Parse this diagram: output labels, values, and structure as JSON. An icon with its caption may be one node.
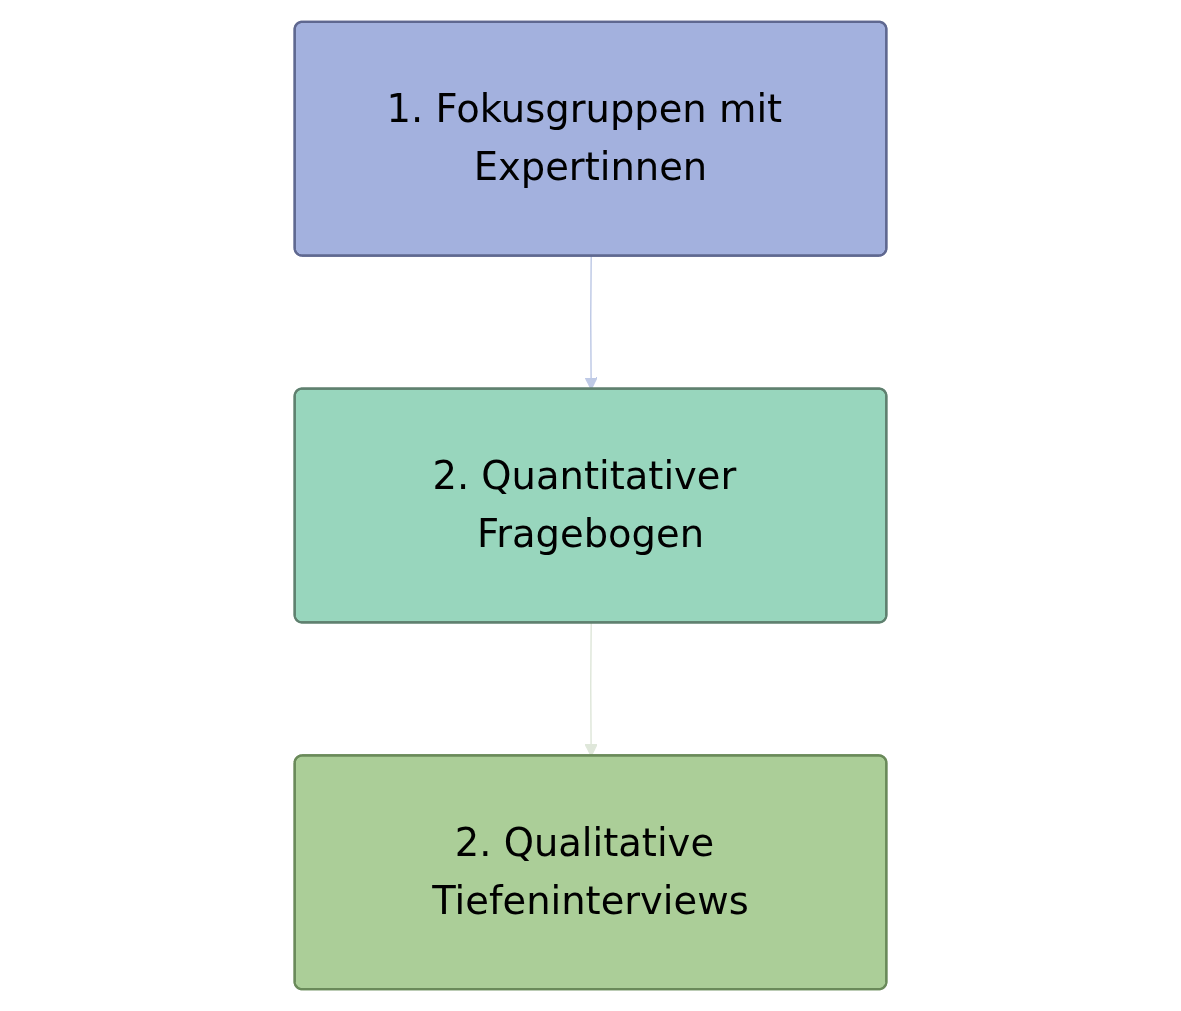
{
  "diagram": {
    "nodes": [
      {
        "text": [
          "1. Fokusgruppen mit Expertinnen"
        ]
      },
      {
        "text": [
          "2. Quantitativer Fragebogen"
        ]
      },
      {
        "text": [
          "2. Qualitative Tiefeninterviews"
        ]
      }
    ],
    "edges": [
      {
        "from": 0,
        "to": 1,
        "arrow": "to",
        "color": "#bfcae6"
      },
      {
        "from": 1,
        "to": 2,
        "arrow": "to",
        "color": "#dfe7da"
      }
    ]
  }
}
